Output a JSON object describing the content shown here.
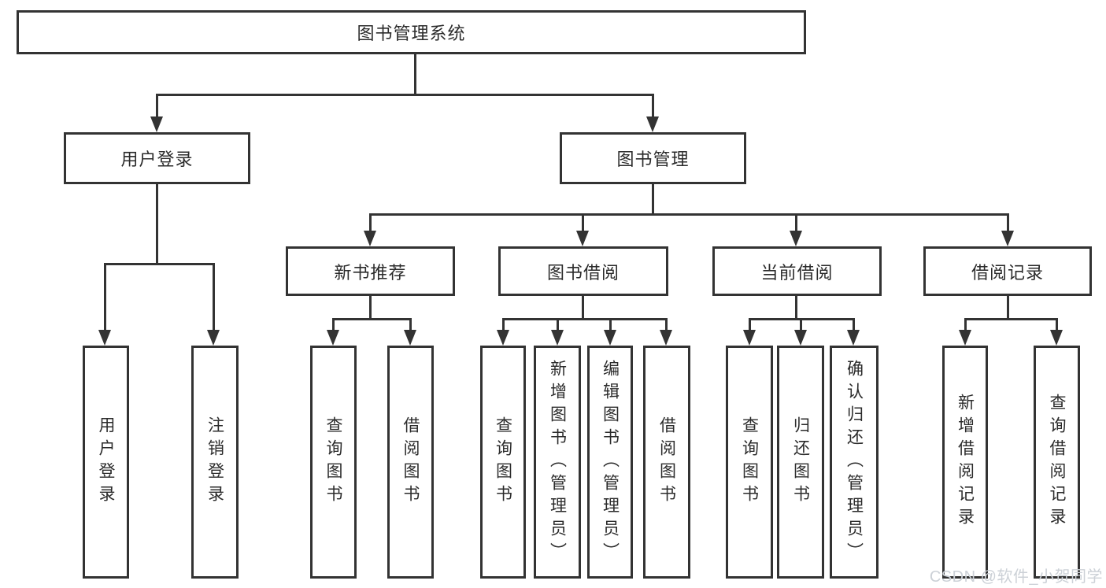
{
  "tree": {
    "label": "图书管理系统",
    "children": [
      {
        "label": "用户登录",
        "children": [
          {
            "label": "用户登录"
          },
          {
            "label": "注销登录"
          }
        ]
      },
      {
        "label": "图书管理",
        "children": [
          {
            "label": "新书推荐",
            "children": [
              {
                "label": "查询图书"
              },
              {
                "label": "借阅图书"
              }
            ]
          },
          {
            "label": "图书借阅",
            "children": [
              {
                "label": "查询图书"
              },
              {
                "label": "新增图书（管理员）"
              },
              {
                "label": "编辑图书（管理员）"
              },
              {
                "label": "借阅图书"
              }
            ]
          },
          {
            "label": "当前借阅",
            "children": [
              {
                "label": "查询图书"
              },
              {
                "label": "归还图书"
              },
              {
                "label": "确认归还（管理员）"
              }
            ]
          },
          {
            "label": "借阅记录",
            "children": [
              {
                "label": "新增借阅记录"
              },
              {
                "label": "查询借阅记录"
              }
            ]
          }
        ]
      }
    ]
  },
  "watermark": "CSDN @软件_小贺同学",
  "colors": {
    "line": "#333333",
    "text": "#2b2b2b",
    "background": "#ffffff",
    "watermark": "#ccd1d7"
  }
}
